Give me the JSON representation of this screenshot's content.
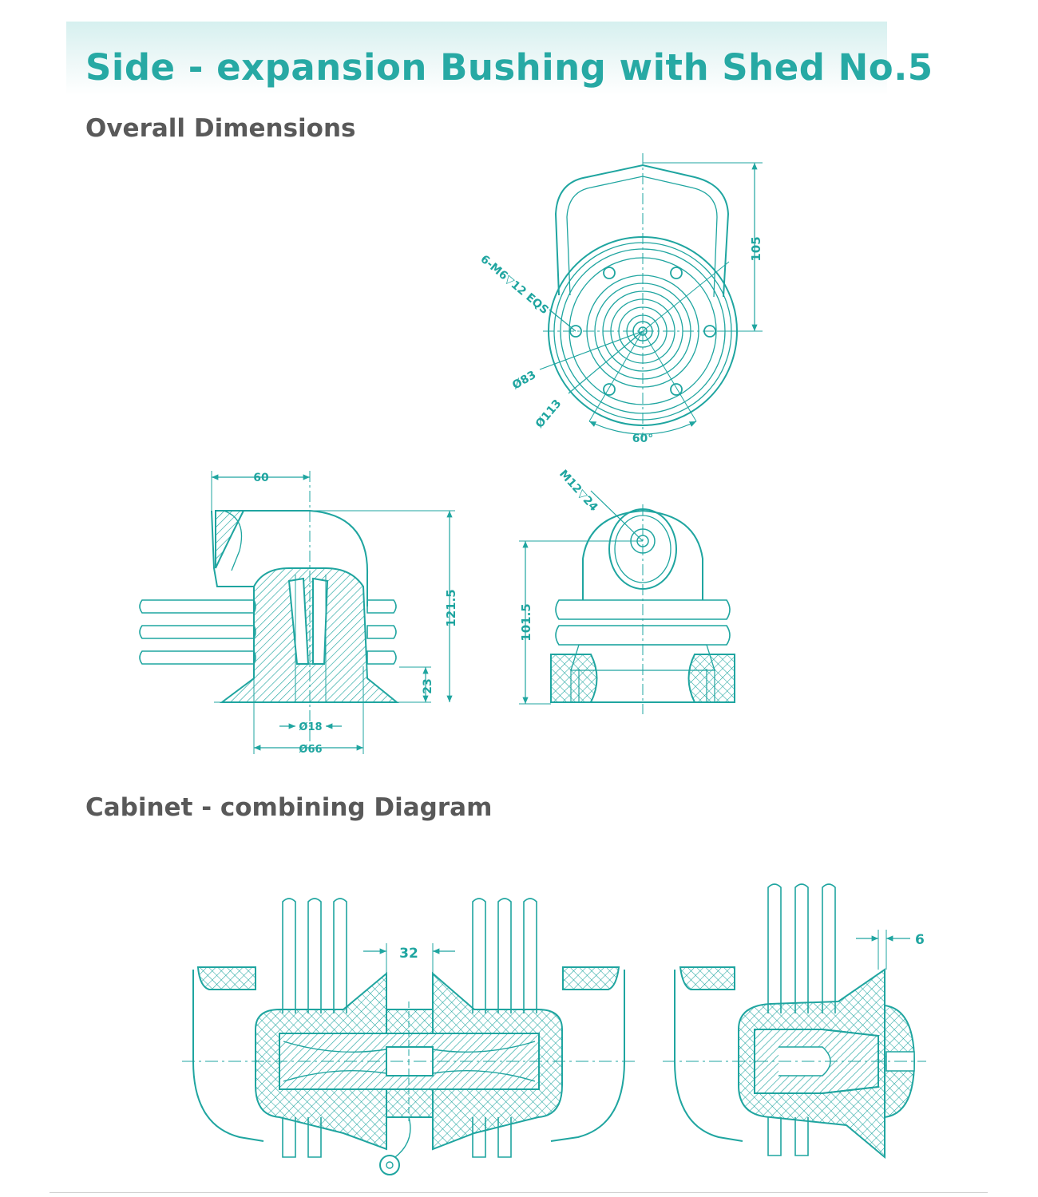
{
  "title": "Side - expansion Bushing with Shed No.5",
  "sections": {
    "overall": "Overall Dimensions",
    "cabinet": "Cabinet - combining Diagram"
  },
  "colors": {
    "accent": "#27a9a4",
    "line": "#1fa5a0",
    "heading": "#595959"
  },
  "dimensions": {
    "top_view": {
      "height": "105",
      "bolts": "6-M6▽12 EQS",
      "dia_inner": "Ø83",
      "dia_outer": "Ø113",
      "angle": "60°"
    },
    "side_view": {
      "width": "60",
      "height": "121.5",
      "base": "23",
      "bore": "Ø18",
      "base_dia": "Ø66"
    },
    "front_view": {
      "thread": "M12▽24",
      "height": "101.5"
    },
    "cabinet": {
      "gap": "32",
      "offset": "6"
    }
  }
}
